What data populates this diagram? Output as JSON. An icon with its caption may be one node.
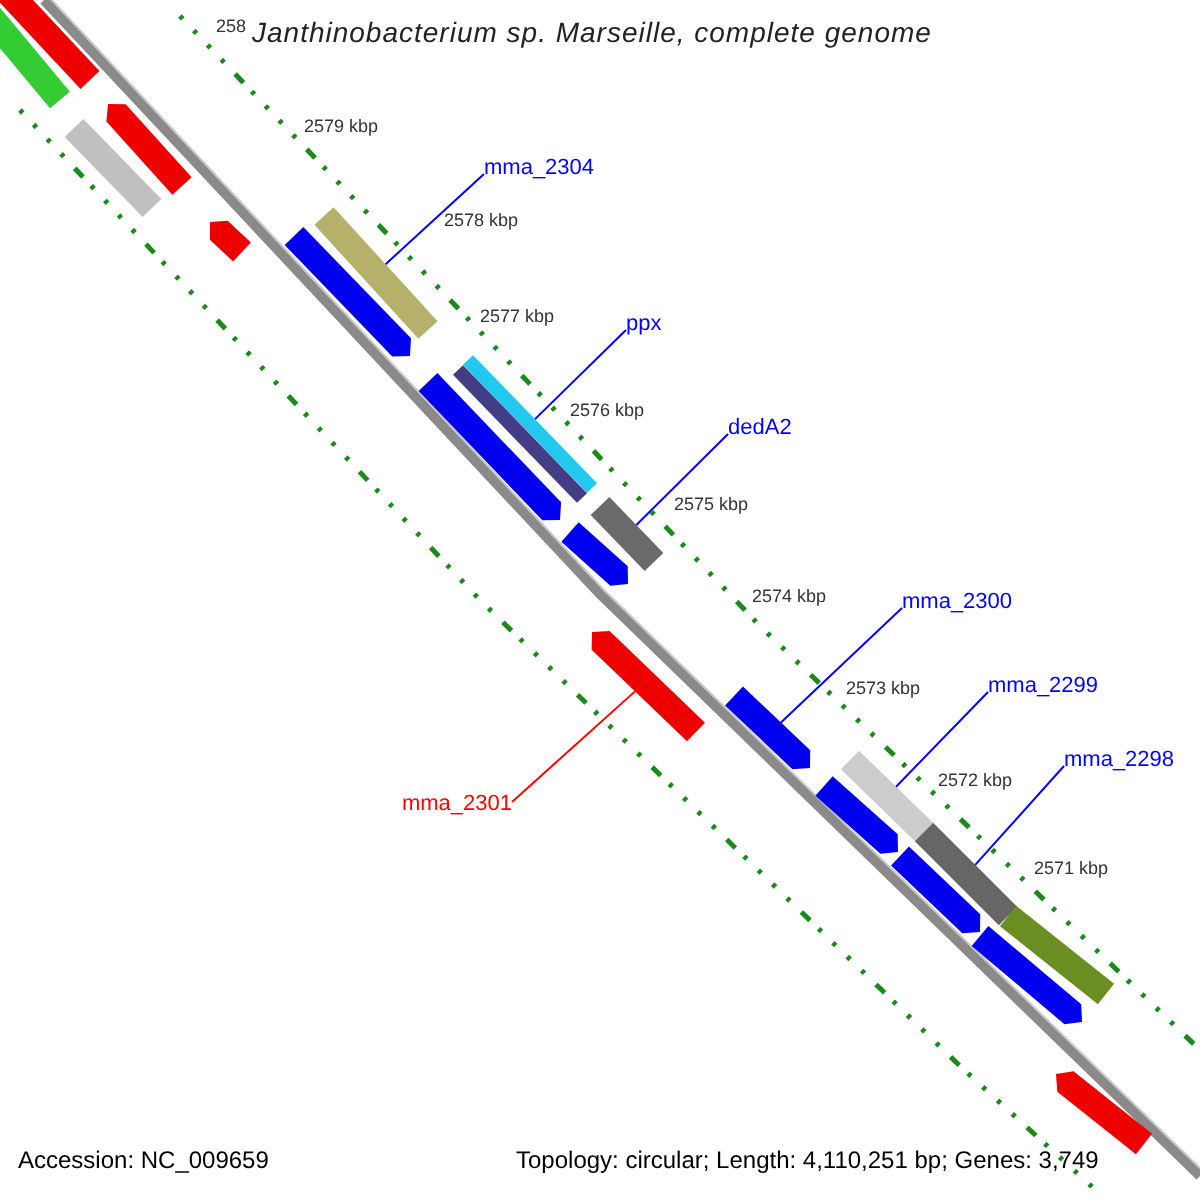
{
  "diagram": {
    "title": "Janthinobacterium sp. Marseille, complete genome",
    "nodes": [
      {
        "text": [],
        "shape": "bar"
      },
      {
        "text": [],
        "shape": "bar"
      },
      {
        "text": [],
        "shape": "bar"
      },
      {
        "text": [],
        "shape": "bar"
      },
      {
        "text": [],
        "shape": "bar"
      },
      {
        "text": [],
        "shape": "bar"
      },
      {
        "text": [
          "mma_2304"
        ]
      },
      {
        "text": [],
        "shape": "bar"
      },
      {
        "text": [],
        "shape": "bar"
      },
      {
        "text": [
          "ppx"
        ]
      },
      {
        "text": [],
        "shape": "bar"
      },
      {
        "text": [],
        "shape": "bar"
      },
      {
        "text": [
          "dedA2"
        ]
      },
      {
        "text": [],
        "shape": "bar"
      },
      {
        "text": [
          "mma_2301"
        ]
      },
      {
        "text": [],
        "shape": "bar"
      },
      {
        "text": [
          "mma_2300"
        ]
      },
      {
        "text": [],
        "shape": "bar"
      },
      {
        "text": [],
        "shape": "bar"
      },
      {
        "text": [
          "mma_2299"
        ]
      },
      {
        "text": [],
        "shape": "bar"
      },
      {
        "text": [],
        "shape": "bar"
      },
      {
        "text": [
          "mma_2298"
        ]
      },
      {
        "text": [],
        "shape": "bar"
      },
      {
        "text": [],
        "shape": "bar"
      },
      {
        "text": [],
        "shape": "bar"
      },
      {
        "text": [],
        "shape": "bar"
      }
    ],
    "edges": [
      {
        "from": 6,
        "to": 7,
        "arrow": "none"
      },
      {
        "from": 9,
        "to": 10,
        "arrow": "none"
      },
      {
        "from": 12,
        "to": 13,
        "arrow": "none"
      },
      {
        "from": 14,
        "to": 15,
        "arrow": "none",
        "color": "#ff0000"
      },
      {
        "from": 16,
        "to": 17,
        "arrow": "none"
      },
      {
        "from": 19,
        "to": 20,
        "arrow": "none"
      },
      {
        "from": 22,
        "to": 23,
        "arrow": "none"
      }
    ],
    "labels": [
      "258",
      "2579 kbp",
      "2578 kbp",
      "2577 kbp",
      "2576 kbp",
      "2575 kbp",
      "2574 kbp",
      "2573 kbp",
      "2572 kbp",
      "2571 kbp",
      "Accession: NC_009659",
      "Topology: circular; Length: 4,110,251 bp; Genes: 3,749"
    ]
  }
}
